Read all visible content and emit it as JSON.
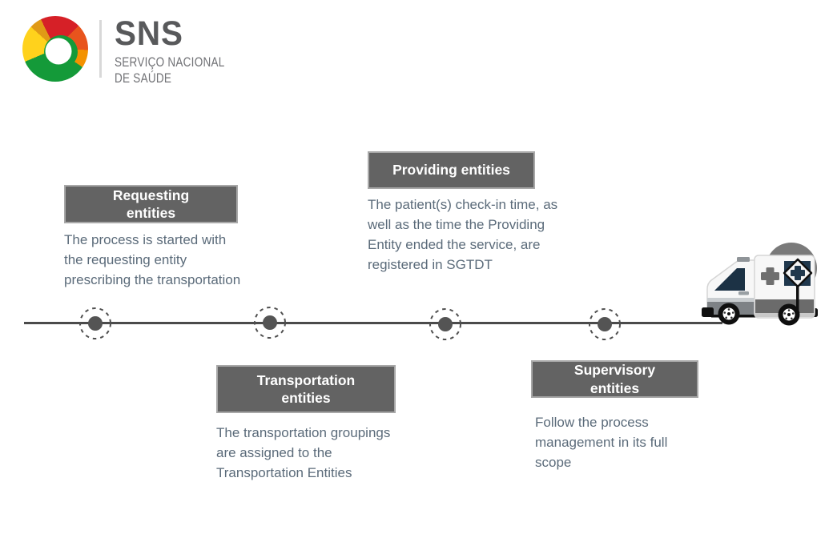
{
  "logo": {
    "acronym": "SNS",
    "subtitle": "SERVIÇO NACIONAL\nDE SAÚDE",
    "ball_icon": "sns-sphere-logo",
    "colors": {
      "red": "#d62027",
      "orange": "#f39200",
      "yellow": "#ffd21c",
      "green": "#149a39",
      "text_gray": "#58595b"
    }
  },
  "timeline": {
    "line_color": "#4b4b4b",
    "marker_color": "#545454",
    "marker_icon": "milestone-dot-icon",
    "vehicle_icon": "ambulance-icon",
    "stages": [
      {
        "label": "Requesting\nentities",
        "description": "The process is started with the requesting entity prescribing the transportation"
      },
      {
        "label": "Transportation\nentities",
        "description": "The transportation groupings are assigned to the Transportation Entities"
      },
      {
        "label": "Providing entities",
        "description": "The patient(s) check-in time, as well as the time the Providing Entity ended the service, are registered in SGTDT"
      },
      {
        "label": "Supervisory\nentities",
        "description": "Follow the process management in its full scope"
      }
    ],
    "stage_box_bg": "#636363",
    "stage_text_color": "#ffffff",
    "description_text_color": "#5b6b7a"
  }
}
